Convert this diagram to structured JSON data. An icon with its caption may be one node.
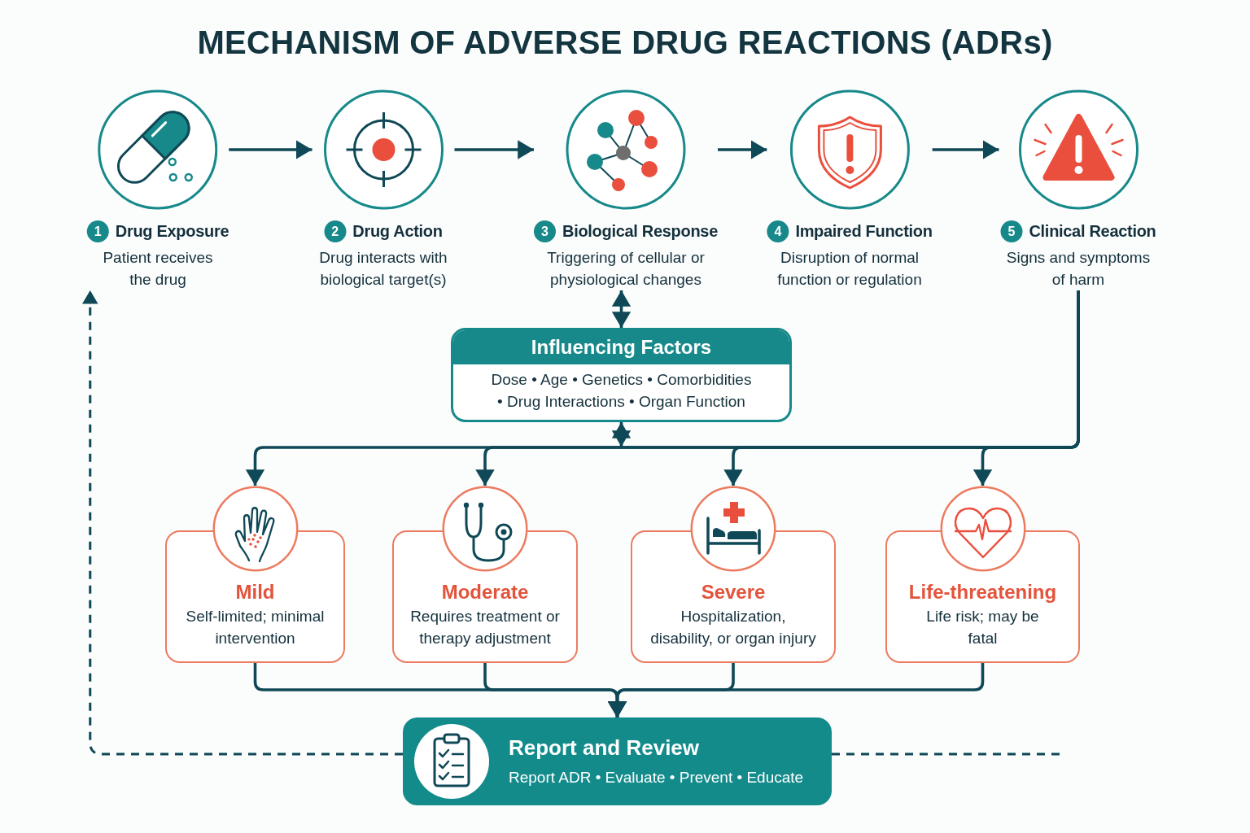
{
  "diagram": {
    "title": "MECHANISM OF ADVERSE DRUG REACTIONS (ADRs)",
    "nodes": [
      {
        "text": [
          "1",
          "Drug Exposure",
          "Patient receives the drug"
        ]
      },
      {
        "text": [
          "2",
          "Drug Action",
          "Drug interacts with biological target(s)"
        ]
      },
      {
        "text": [
          "3",
          "Biological Response",
          "Triggering of cellular or physiological changes"
        ]
      },
      {
        "text": [
          "4",
          "Impaired Function",
          "Disruption of normal function or regulation"
        ]
      },
      {
        "text": [
          "5",
          "Clinical Reaction",
          "Signs and symptoms of harm"
        ]
      },
      {
        "text": [
          "Influencing Factors",
          "Dose • Age • Genetics • Comorbidities • Drug Interactions • Organ Function"
        ]
      },
      {
        "text": [
          "Mild",
          "Self-limited; minimal intervention"
        ]
      },
      {
        "text": [
          "Moderate",
          "Requires treatment or therapy adjustment"
        ]
      },
      {
        "text": [
          "Severe",
          "Hospitalization, disability, or organ injury"
        ]
      },
      {
        "text": [
          "Life-threatening",
          "Life risk; may be fatal"
        ]
      },
      {
        "text": [
          "Report and Review",
          "Report ADR • Evaluate • Prevent • Educate"
        ]
      }
    ],
    "edges": [
      {
        "from": 0,
        "to": 1,
        "arrow": "to"
      },
      {
        "from": 1,
        "to": 2,
        "arrow": "to"
      },
      {
        "from": 2,
        "to": 3,
        "arrow": "to"
      },
      {
        "from": 3,
        "to": 4,
        "arrow": "to"
      },
      {
        "from": 2,
        "to": 5,
        "arrow": "both"
      },
      {
        "from": 5,
        "to": null,
        "arrow": "both"
      },
      {
        "from": 4,
        "to": 6,
        "arrow": "to"
      },
      {
        "from": 4,
        "to": 7,
        "arrow": "to"
      },
      {
        "from": 4,
        "to": 8,
        "arrow": "to"
      },
      {
        "from": 4,
        "to": 9,
        "arrow": "to"
      },
      {
        "from": 6,
        "to": 10,
        "arrow": "to"
      },
      {
        "from": 7,
        "to": 10,
        "arrow": "to"
      },
      {
        "from": 8,
        "to": 10,
        "arrow": "to"
      },
      {
        "from": 9,
        "to": 10,
        "arrow": "to"
      },
      {
        "from": 10,
        "to": 0,
        "arrow": "to",
        "style": "dashed"
      },
      {
        "from": 10,
        "to": null,
        "arrow": "none",
        "style": "dashed"
      }
    ]
  }
}
